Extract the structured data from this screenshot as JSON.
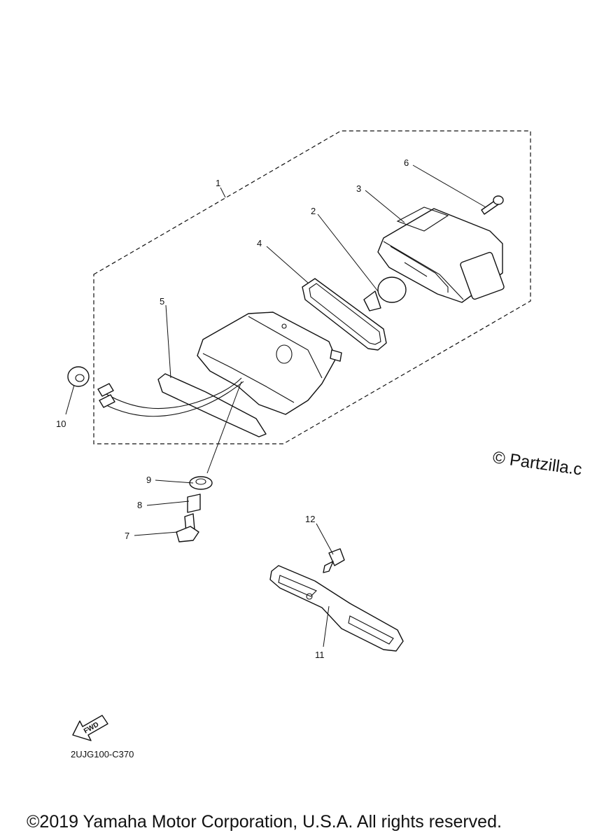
{
  "diagram": {
    "callouts": [
      "1",
      "2",
      "3",
      "4",
      "5",
      "6",
      "7",
      "8",
      "9",
      "10",
      "11",
      "12"
    ],
    "direction_badge": "FWD",
    "drawing_code": "2UJG100-C370",
    "watermark": "© Partzilla.c",
    "copyright": "©2019 Yamaha Motor Corporation, U.S.A. All rights reserved."
  }
}
